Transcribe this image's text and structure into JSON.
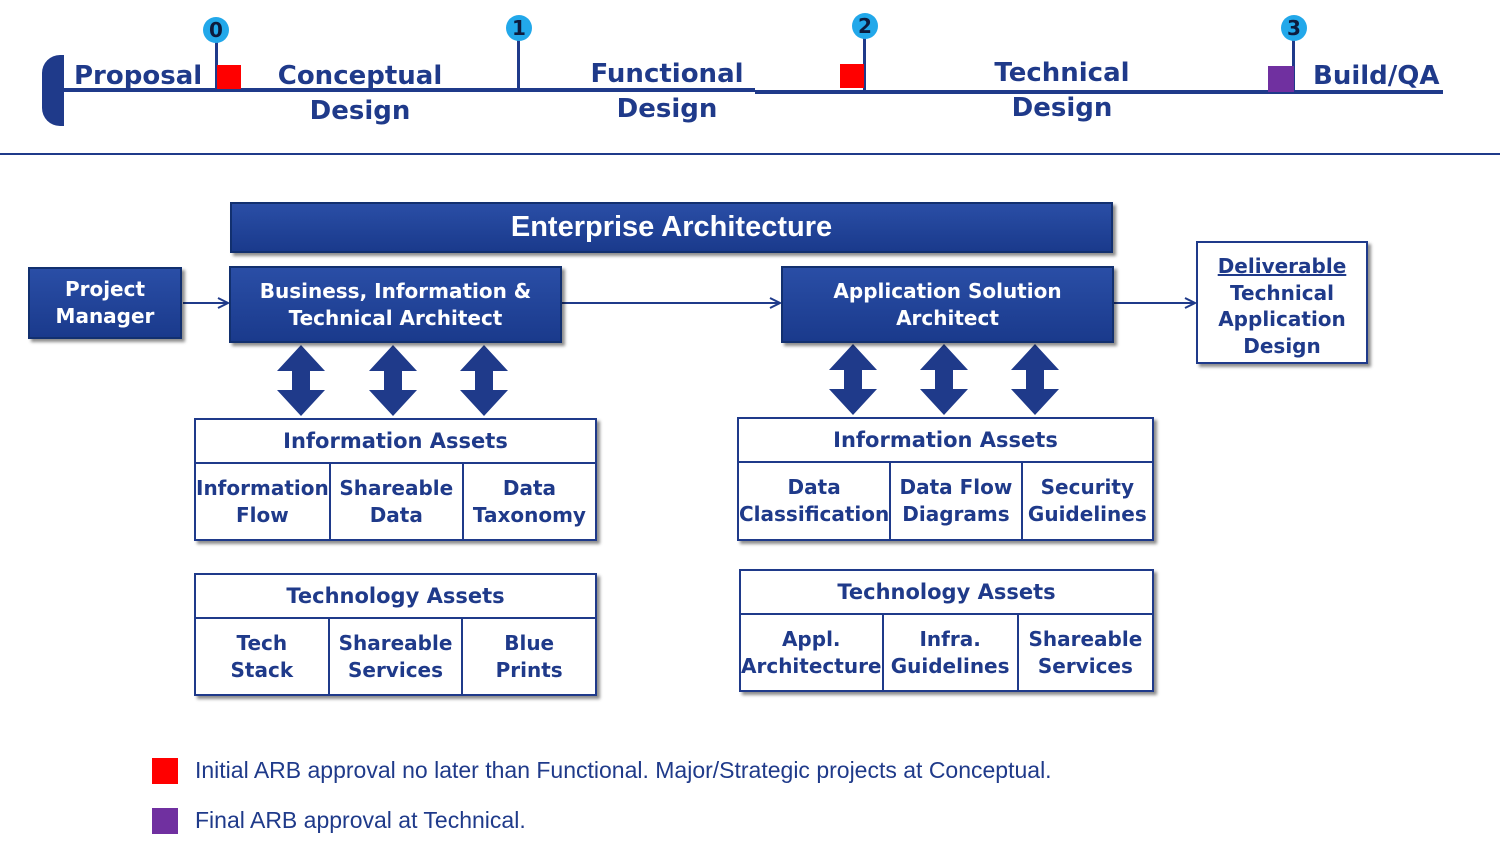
{
  "colors": {
    "primary": "#1f3a8a",
    "milestone": "#22a8ea",
    "initial_arb": "#ff0000",
    "final_arb": "#7030a0"
  },
  "timeline": {
    "phases": [
      {
        "lines": [
          "Proposal"
        ]
      },
      {
        "lines": [
          "Conceptual",
          "Design"
        ]
      },
      {
        "lines": [
          "Functional",
          "Design"
        ]
      },
      {
        "lines": [
          "Technical",
          "Design"
        ]
      },
      {
        "lines": [
          "Build/QA"
        ]
      }
    ],
    "milestones": [
      "0",
      "1",
      "2",
      "3"
    ]
  },
  "enterprise_architecture": "Enterprise Architecture",
  "project_manager": [
    "Project",
    "Manager"
  ],
  "business_architect": [
    "Business, Information &",
    "Technical Architect"
  ],
  "application_architect": [
    "Application Solution",
    "Architect"
  ],
  "deliverable": [
    "Deliverable",
    "Technical",
    "Application",
    "Design"
  ],
  "left_info_assets": {
    "title": "Information Assets",
    "cells": [
      [
        "Information",
        "Flow"
      ],
      [
        "Shareable",
        "Data"
      ],
      [
        "Data",
        "Taxonomy"
      ]
    ]
  },
  "left_tech_assets": {
    "title": "Technology Assets",
    "cells": [
      [
        "Tech",
        "Stack"
      ],
      [
        "Shareable",
        "Services"
      ],
      [
        "Blue",
        "Prints"
      ]
    ]
  },
  "right_info_assets": {
    "title": "Information Assets",
    "cells": [
      [
        "Data",
        "Classification"
      ],
      [
        "Data Flow",
        "Diagrams"
      ],
      [
        "Security",
        "Guidelines"
      ]
    ]
  },
  "right_tech_assets": {
    "title": "Technology Assets",
    "cells": [
      [
        "Appl.",
        "Architecture"
      ],
      [
        "Infra.",
        "Guidelines"
      ],
      [
        "Shareable",
        "Services"
      ]
    ]
  },
  "legend": [
    {
      "color": "#ff0000",
      "text": "Initial ARB approval no later than Functional. Major/Strategic projects at Conceptual."
    },
    {
      "color": "#7030a0",
      "text": "Final ARB approval at Technical."
    }
  ]
}
